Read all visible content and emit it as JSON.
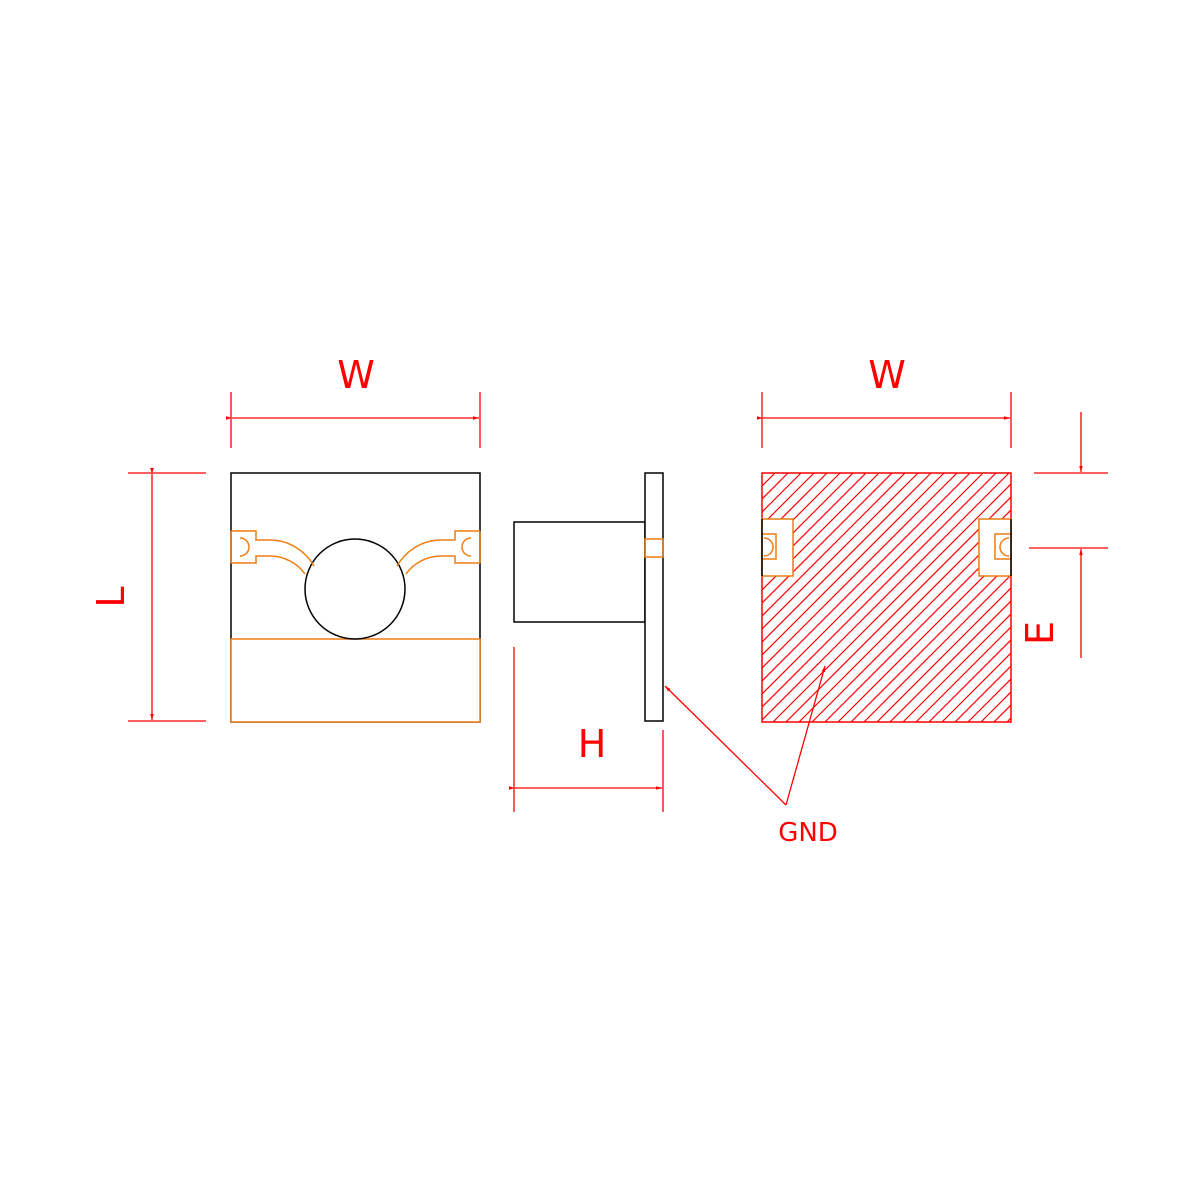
{
  "labels": {
    "front_width": "W",
    "front_length": "L",
    "side_height": "H",
    "bottom_width": "W",
    "bottom_pad": "E",
    "ground": "GND"
  },
  "colors": {
    "outline": "#000000",
    "terminal": "#ee7d12",
    "dimension": "#ff0000",
    "hatch": "#ff0000"
  }
}
